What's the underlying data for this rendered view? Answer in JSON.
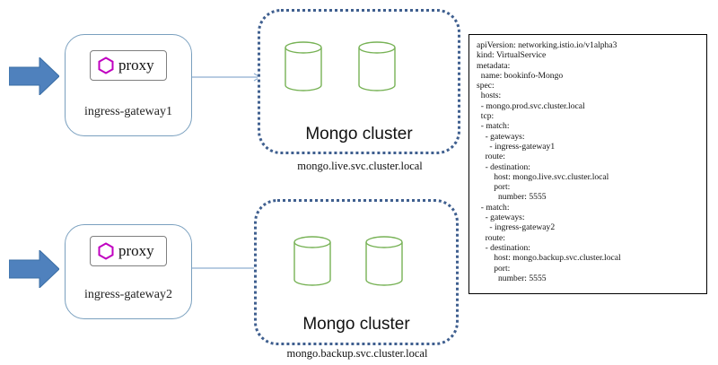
{
  "gateways": [
    {
      "proxy_label": "proxy",
      "name": "ingress-gateway1"
    },
    {
      "proxy_label": "proxy",
      "name": "ingress-gateway2"
    }
  ],
  "clusters": [
    {
      "title": "Mongo cluster",
      "host": "mongo.live.svc.cluster.local"
    },
    {
      "title": "Mongo cluster",
      "host": "mongo.backup.svc.cluster.local"
    }
  ],
  "yaml": [
    "apiVersion: networking.istio.io/v1alpha3",
    "kind: VirtualService",
    "metadata:",
    "  name: bookinfo-Mongo",
    "spec:",
    "  hosts:",
    "  - mongo.prod.svc.cluster.local",
    "  tcp:",
    "  - match:",
    "    - gateways:",
    "      - ingress-gateway1",
    "    route:",
    "    - destination:",
    "        host: mongo.live.svc.cluster.local",
    "        port:",
    "          number: 5555",
    "  - match:",
    "    - gateways:",
    "      - ingress-gateway2",
    "    route:",
    "    - destination:",
    "        host: mongo.backup.svc.cluster.local",
    "        port:",
    "          number: 5555"
  ],
  "colors": {
    "arrow_fill": "#4f81bd",
    "gateway_border": "#7aa0bf",
    "cluster_border": "#3f5f8f",
    "database_stroke": "#77b255",
    "proxy_icon": "#c000c0",
    "connector": "#8eaed0"
  },
  "icons": [
    "right-arrow-icon",
    "hexagon-icon",
    "database-icon"
  ]
}
